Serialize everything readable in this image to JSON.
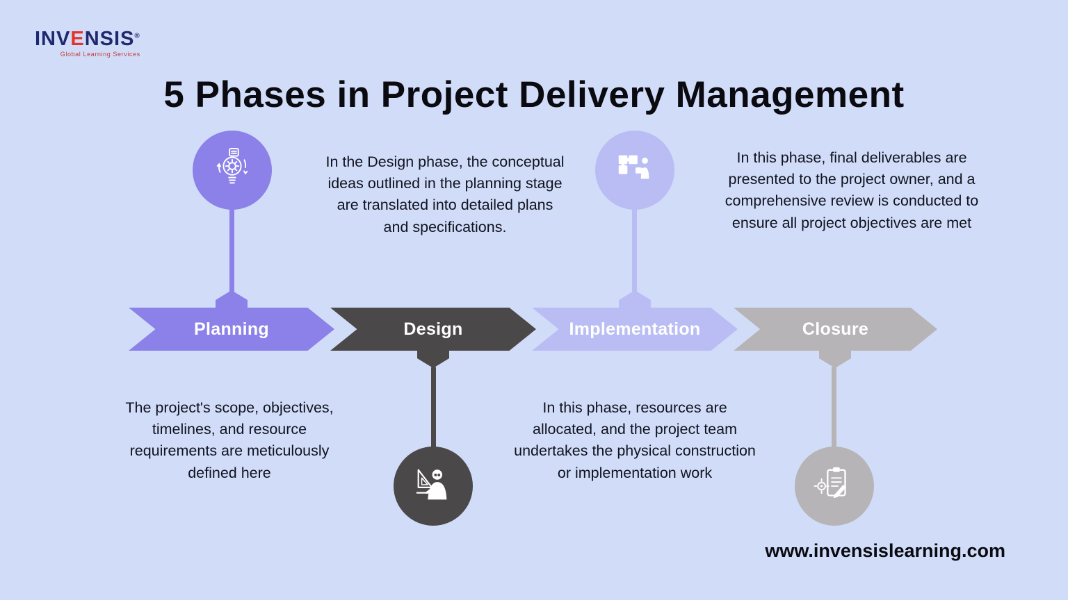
{
  "page": {
    "background_color": "#d1ddf8"
  },
  "logo": {
    "prefix": "Inv",
    "accent": "e",
    "suffix": "nsis",
    "registered": "®",
    "tagline": "Global Learning Services"
  },
  "title": "5 Phases in Project Delivery Management",
  "phases": [
    {
      "label": "Planning",
      "color": "#8b81e8",
      "icon": "idea-gear-icon",
      "description": "The project's scope, objectives, timelines, and resource requirements are meticulously defined here"
    },
    {
      "label": "Design",
      "color": "#4b4849",
      "icon": "designer-icon",
      "description": "In the Design phase, the conceptual ideas outlined in the planning stage are translated into detailed plans and specifications."
    },
    {
      "label": "Implementation",
      "color": "#b9bdf4",
      "icon": "puzzle-person-icon",
      "description": "In this phase, resources are allocated, and the project team undertakes the physical construction or implementation work"
    },
    {
      "label": "Closure",
      "color": "#b6b4b6",
      "icon": "clipboard-pencil-icon",
      "description": "In this phase, final deliverables are presented to the project owner, and a comprehensive review is conducted to ensure all project objectives are met"
    }
  ],
  "footer": {
    "website": "www.invensislearning.com"
  }
}
